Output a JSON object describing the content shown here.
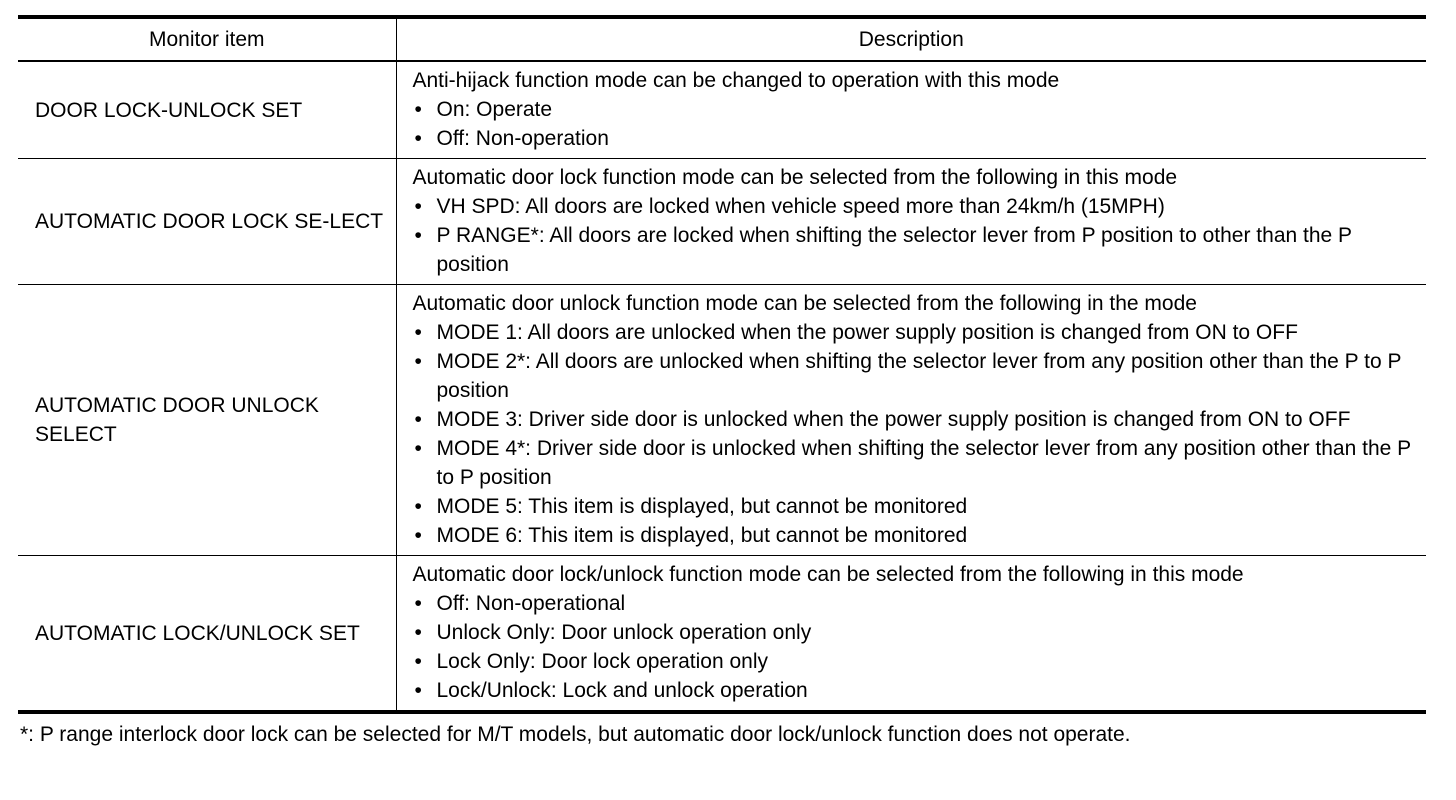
{
  "table": {
    "headers": {
      "item": "Monitor item",
      "description": "Description"
    },
    "rows": [
      {
        "item": "DOOR LOCK-UNLOCK SET",
        "intro": "Anti-hijack function mode can be changed to operation with this mode",
        "bullets": [
          "On: Operate",
          "Off: Non-operation"
        ]
      },
      {
        "item": "AUTOMATIC DOOR LOCK SE-LECT",
        "intro": "Automatic door lock function mode can be selected from the following in this mode",
        "bullets": [
          "VH SPD: All doors are locked when vehicle speed more than 24km/h (15MPH)",
          "P RANGE*: All doors are locked when shifting the selector lever from P position to other than the P position"
        ]
      },
      {
        "item": "AUTOMATIC DOOR UNLOCK SELECT",
        "intro": "Automatic door unlock function mode can be selected from the following in the mode",
        "bullets": [
          "MODE 1: All doors are unlocked when the power supply position is changed from ON to OFF",
          "MODE 2*: All doors are unlocked when shifting the selector lever from any position other than the P to P position",
          "MODE 3: Driver side door is unlocked when the power supply position is changed from ON to OFF",
          "MODE 4*: Driver side door is unlocked when shifting the selector lever from any position other than the P to P position",
          "MODE 5: This item is displayed, but cannot be monitored",
          "MODE 6: This item is displayed, but cannot be monitored"
        ]
      },
      {
        "item": "AUTOMATIC LOCK/UNLOCK SET",
        "intro": "Automatic door lock/unlock function mode can be selected from the following in this mode",
        "bullets": [
          "Off: Non-operational",
          "Unlock Only: Door unlock operation only",
          "Lock Only: Door lock operation only",
          "Lock/Unlock: Lock and unlock operation"
        ]
      }
    ],
    "bullet_glyph": "•"
  },
  "footnote": "*: P range interlock door lock can be selected for M/T models, but automatic door lock/unlock function does not operate."
}
